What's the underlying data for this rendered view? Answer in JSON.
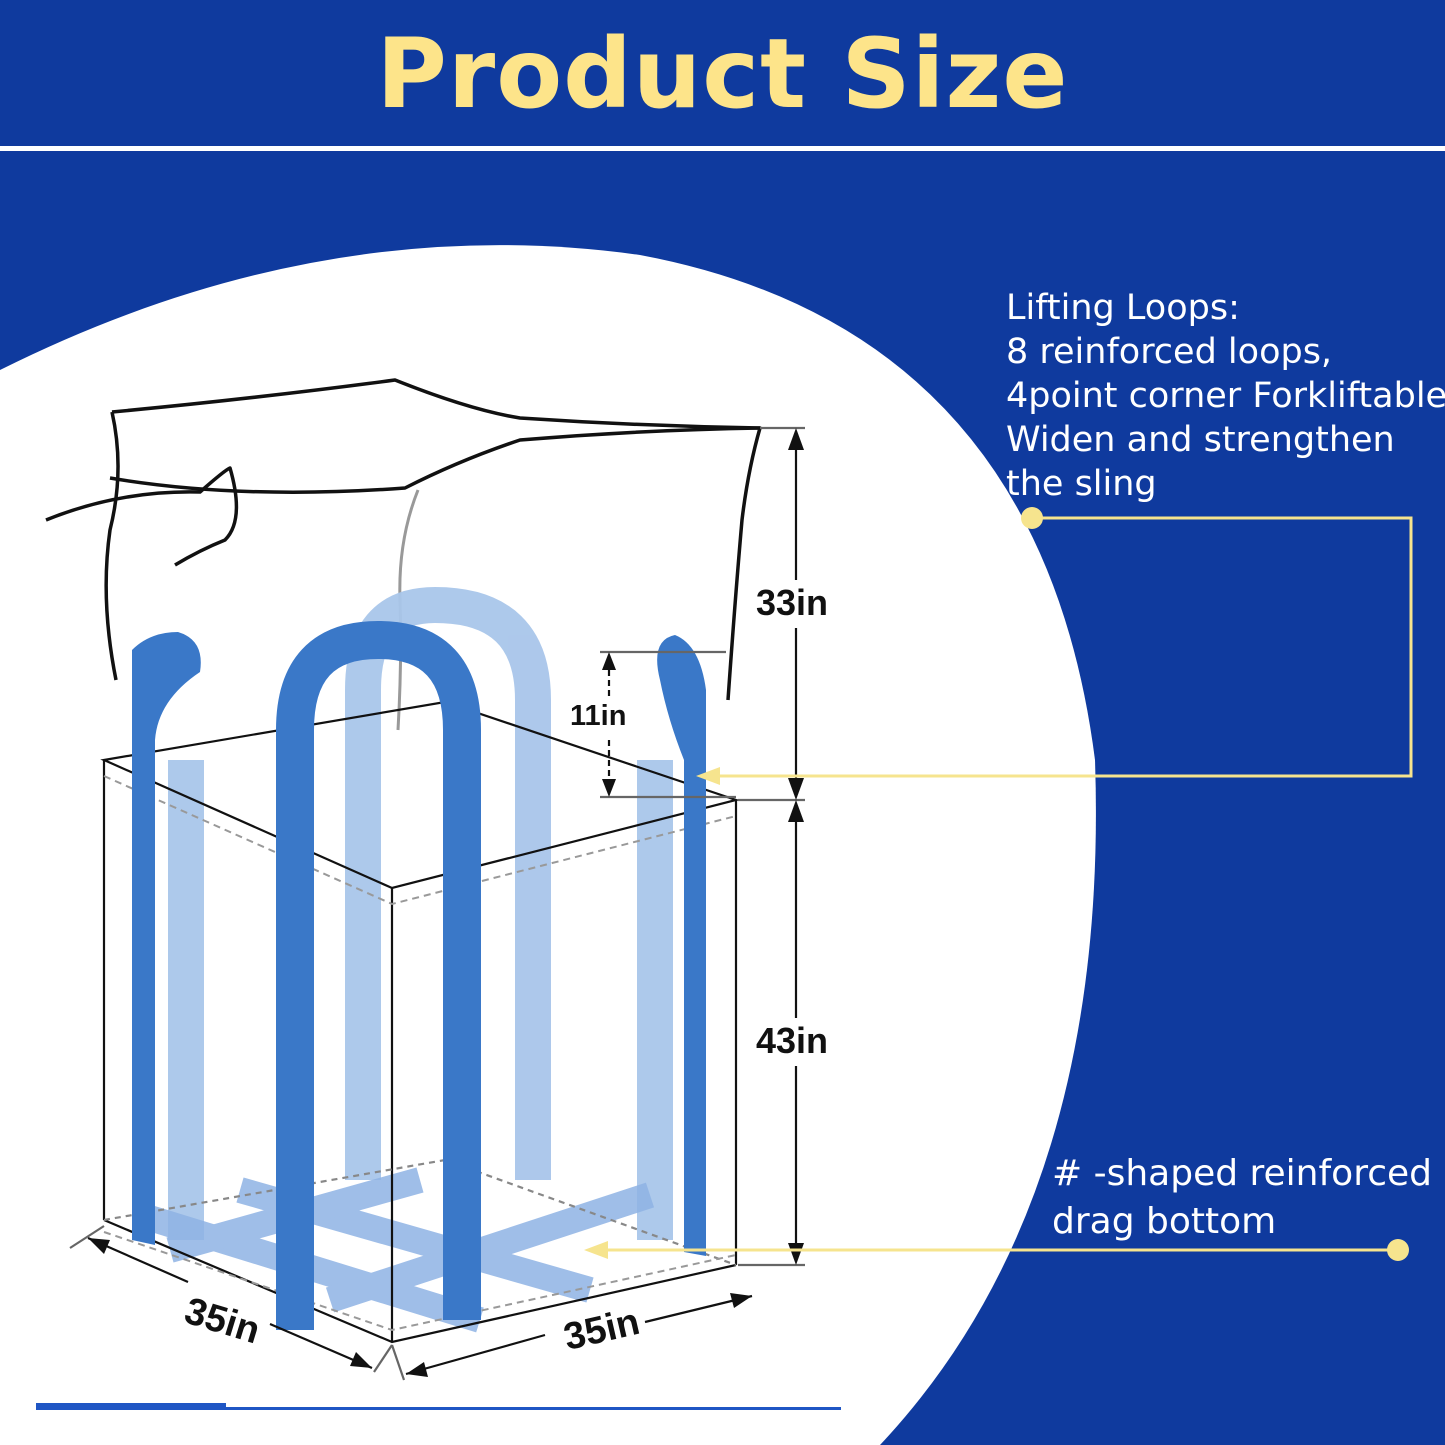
{
  "title": "Product Size",
  "callouts": {
    "lifting_loops": [
      "Lifting Loops:",
      "8 reinforced loops,",
      "4point corner Forkliftable.",
      "Widen and strengthen",
      "the sling"
    ],
    "bottom": [
      "# -shaped reinforced",
      "drag bottom"
    ]
  },
  "dimensions": {
    "top_height": "33in",
    "loop_height": "11in",
    "body_height": "43in",
    "width_left": "35in",
    "width_right": "35in"
  },
  "colors": {
    "background": "#0f3a9e",
    "title": "#fde48a",
    "strap": "#3a78c8",
    "strap_light": "#a9c6ea",
    "callout_line": "#f6e48e"
  }
}
